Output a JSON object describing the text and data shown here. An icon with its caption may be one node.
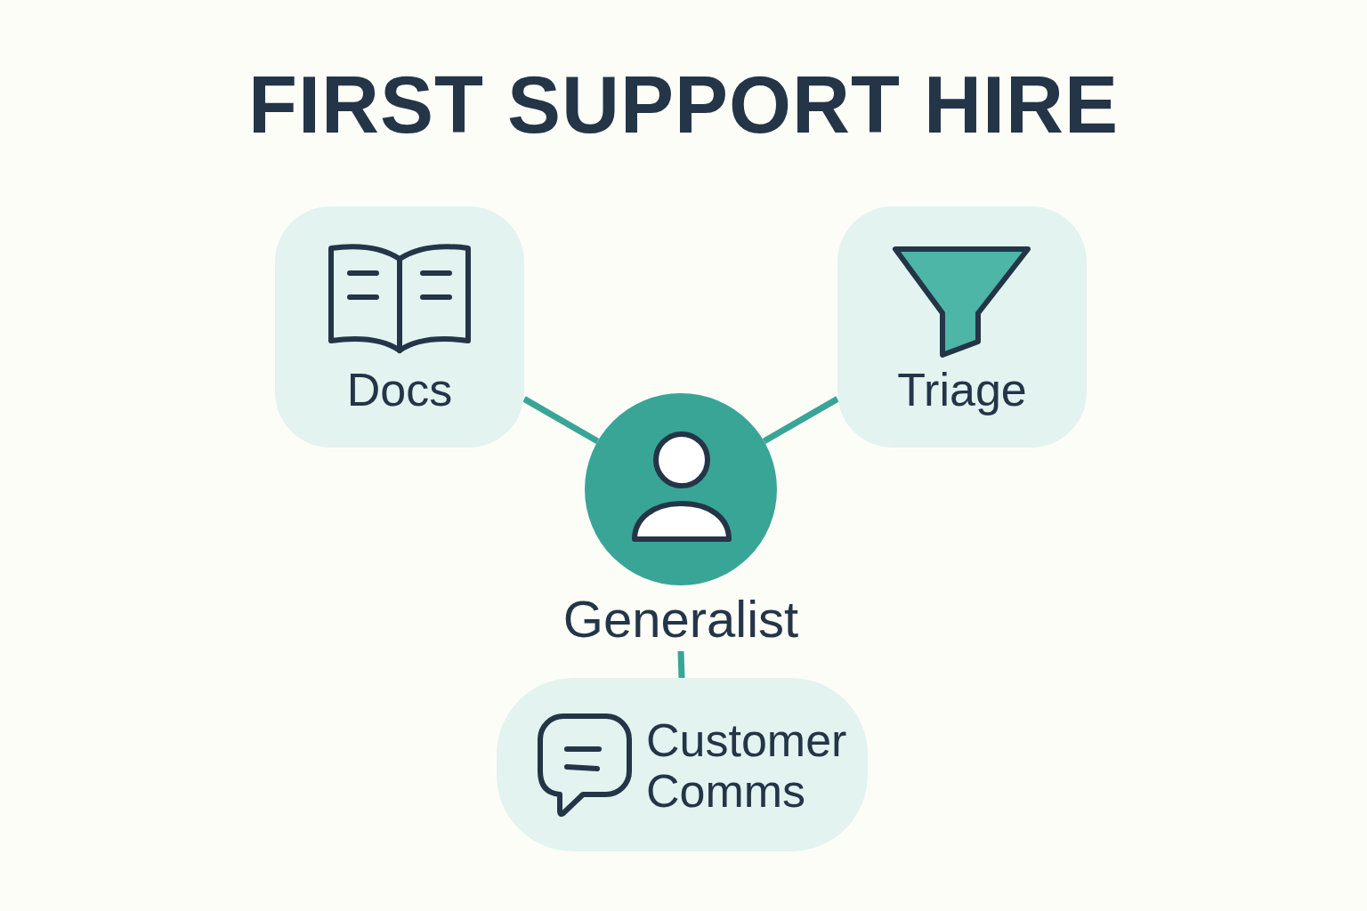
{
  "diagram": {
    "title": "FIRST SUPPORT HIRE",
    "nodes": [
      {
        "text": [
          "Docs"
        ]
      },
      {
        "text": [
          "Triage"
        ]
      },
      {
        "text": [
          "Generalist"
        ]
      },
      {
        "text": [
          "Customer Comms"
        ]
      }
    ],
    "edges": [
      {
        "from": 2,
        "to": 0,
        "arrow": "none"
      },
      {
        "from": 2,
        "to": 1,
        "arrow": "none"
      },
      {
        "from": 2,
        "to": 3,
        "arrow": "none"
      }
    ]
  }
}
